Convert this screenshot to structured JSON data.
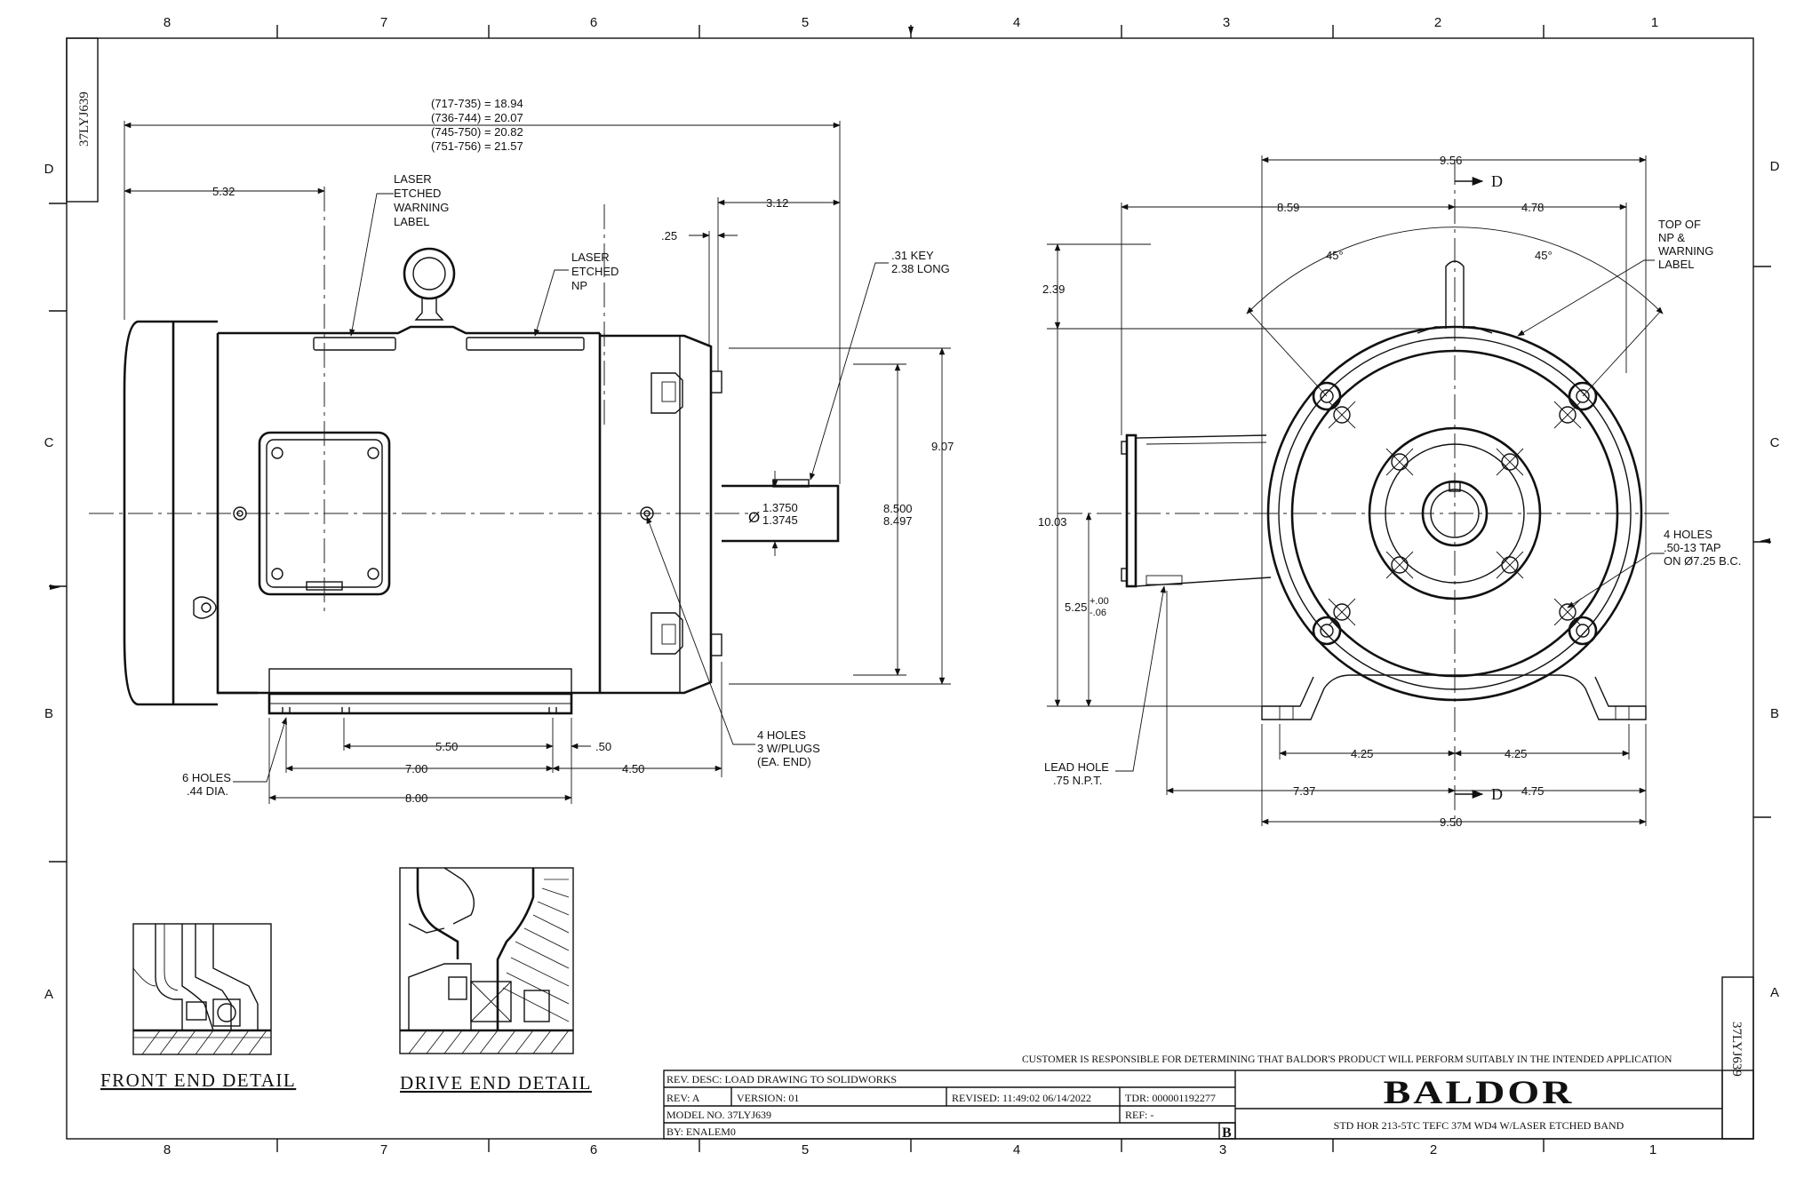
{
  "zones": {
    "top": [
      "8",
      "7",
      "6",
      "5",
      "4",
      "3",
      "2",
      "1"
    ],
    "bottom": [
      "8",
      "7",
      "6",
      "5",
      "4",
      "3",
      "2",
      "1"
    ],
    "left": [
      "D",
      "C",
      "B",
      "A"
    ],
    "right": [
      "D",
      "C",
      "B",
      "A"
    ]
  },
  "drawing_number": "37LYJ639",
  "side_view": {
    "overall_lengths": [
      "(717-735) = 18.94",
      "(736-744) = 20.07",
      "(745-750) = 20.82",
      "(751-756) = 21.57"
    ],
    "dim_532": "5.32",
    "dim_312": "3.12",
    "dim_025": ".25",
    "key_l1": ".31 KEY",
    "key_l2": "2.38 LONG",
    "warn_l1": "LASER",
    "warn_l2": "ETCHED",
    "warn_l3": "WARNING",
    "warn_l4": "LABEL",
    "np_l1": "LASER",
    "np_l2": "ETCHED",
    "np_l3": "NP",
    "dim_907": "9.07",
    "dim_8500": "8.500",
    "dim_8497": "8.497",
    "shaft_13750": "1.3750",
    "shaft_13745": "1.3745",
    "dia_symbol": "Ø",
    "dim_550": "5.50",
    "dim_050": ".50",
    "dim_700": "7.00",
    "dim_450": "4.50",
    "dim_800": "8.00",
    "holes6_l1": "6 HOLES",
    "holes6_l2": ".44 DIA.",
    "holes4_l1": "4 HOLES",
    "holes4_l2": "3 W/PLUGS",
    "holes4_l3": "(EA. END)"
  },
  "end_view": {
    "dim_956": "9.56",
    "dim_859": "8.59",
    "dim_478": "4.78",
    "section_letter": "D",
    "angle_left": "45°",
    "angle_right": "45°",
    "top_np_l1": "TOP OF",
    "top_np_l2": "NP &",
    "top_np_l3": "WARNING",
    "top_np_l4": "LABEL",
    "dim_239": "2.39",
    "dim_1003": "10.03",
    "dim_525": "5.25",
    "tol_plus": "+.00",
    "tol_minus": "-.06",
    "tap_l1": "4 HOLES",
    "tap_l2": ".50-13 TAP",
    "tap_l3": "ON Ø7.25 B.C.",
    "dim_425_left": "4.25",
    "dim_425_right": "4.25",
    "dim_737": "7.37",
    "dim_475": "4.75",
    "dim_950": "9.50",
    "lead_l1": "LEAD HOLE",
    "lead_l2": ".75 N.P.T."
  },
  "details": {
    "front": "FRONT END DETAIL",
    "drive": "DRIVE END DETAIL"
  },
  "title_block": {
    "disclaimer": "CUSTOMER IS RESPONSIBLE FOR DETERMINING THAT BALDOR'S PRODUCT WILL PERFORM SUITABLY IN THE INTENDED APPLICATION",
    "rev_desc": "REV. DESC: LOAD DRAWING TO SOLIDWORKS",
    "rev": "REV:  A",
    "version": "VERSION:  01",
    "revised": "REVISED:  11:49:02 06/14/2022",
    "tdr": "TDR:  000001192277",
    "model_no": "MODEL NO.  37LYJ639",
    "ref": "REF:  -",
    "by": "BY: ENALEM0",
    "sheet_rev": "B",
    "logo": "BALDOR",
    "description": "STD HOR 213-5TC TEFC 37M WD4 W/LASER ETCHED BAND"
  }
}
